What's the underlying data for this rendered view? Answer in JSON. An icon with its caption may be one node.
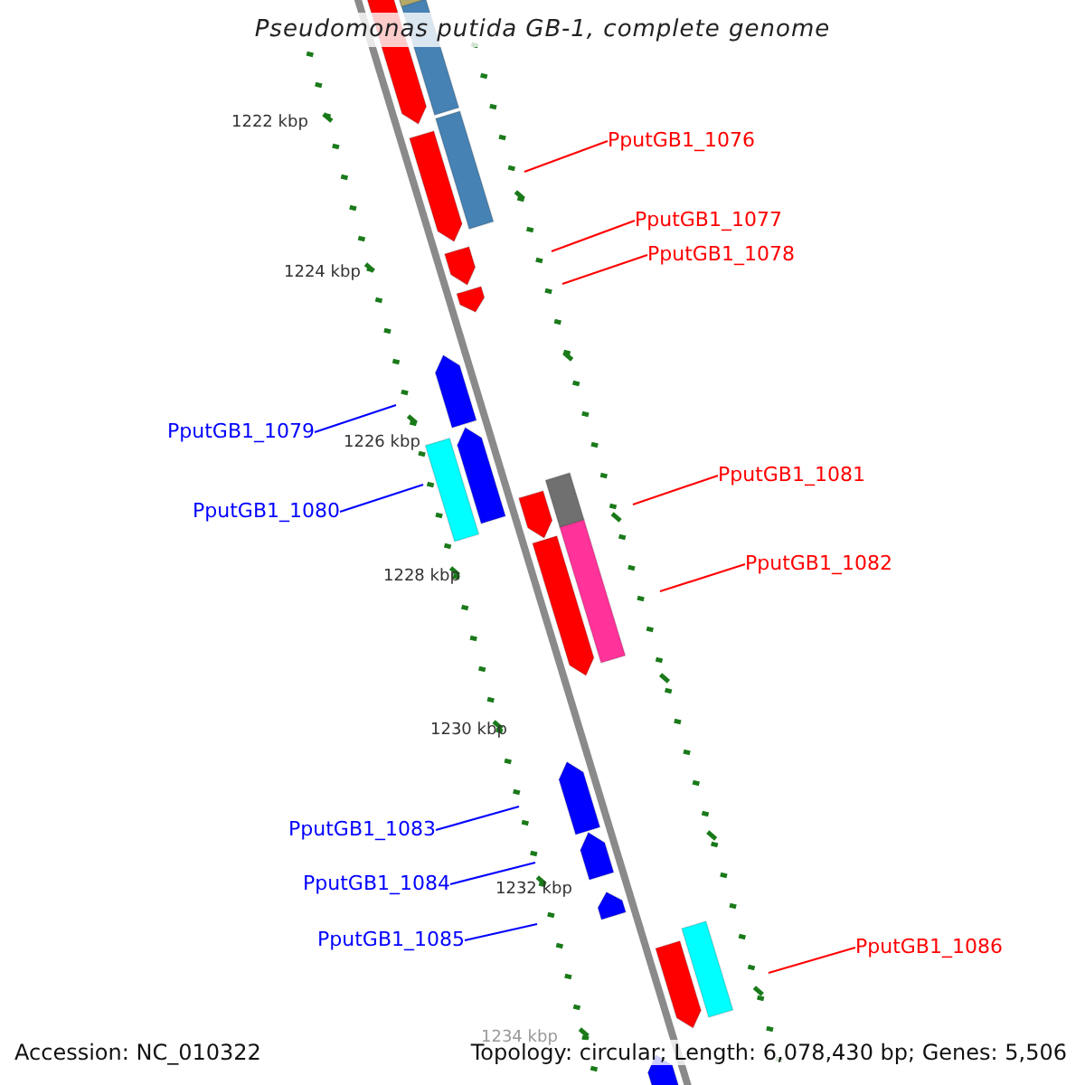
{
  "diagram": {
    "title": "Pseudomonas putida GB-1, complete genome",
    "nodes": [
      {
        "text": [
          "PputGB1_1076"
        ]
      },
      {
        "text": [
          "PputGB1_1077"
        ]
      },
      {
        "text": [
          "PputGB1_1078"
        ]
      },
      {
        "text": [
          "PputGB1_1079"
        ]
      },
      {
        "text": [
          "PputGB1_1080"
        ]
      },
      {
        "text": [
          "PputGB1_1081"
        ]
      },
      {
        "text": [
          "PputGB1_1082"
        ]
      },
      {
        "text": [
          "PputGB1_1083"
        ]
      },
      {
        "text": [
          "PputGB1_1084"
        ]
      },
      {
        "text": [
          "PputGB1_1085"
        ]
      },
      {
        "text": [
          "PputGB1_1086"
        ]
      }
    ],
    "edges": [
      {
        "from": 0,
        "to": null,
        "arrow": "none"
      },
      {
        "from": 1,
        "to": null,
        "arrow": "none"
      },
      {
        "from": 2,
        "to": null,
        "arrow": "none"
      },
      {
        "from": 3,
        "to": null,
        "arrow": "none",
        "color": "#0000ff"
      },
      {
        "from": 4,
        "to": null,
        "arrow": "none",
        "color": "#0000ff"
      },
      {
        "from": 5,
        "to": null,
        "arrow": "none"
      },
      {
        "from": 6,
        "to": null,
        "arrow": "none"
      },
      {
        "from": 7,
        "to": null,
        "arrow": "none",
        "color": "#0000ff"
      },
      {
        "from": 8,
        "to": null,
        "arrow": "none",
        "color": "#0000ff"
      },
      {
        "from": 9,
        "to": null,
        "arrow": "none",
        "color": "#0000ff"
      },
      {
        "from": 10,
        "to": null,
        "arrow": "none"
      }
    ],
    "labels": [
      "1222 kbp",
      "1224 kbp",
      "1226 kbp",
      "1228 kbp",
      "1230 kbp",
      "1232 kbp",
      "1234 kbp",
      "Accession: NC_010322",
      "Topology: circular; Length: 6,078,430 bp; Genes: 5,506"
    ]
  }
}
